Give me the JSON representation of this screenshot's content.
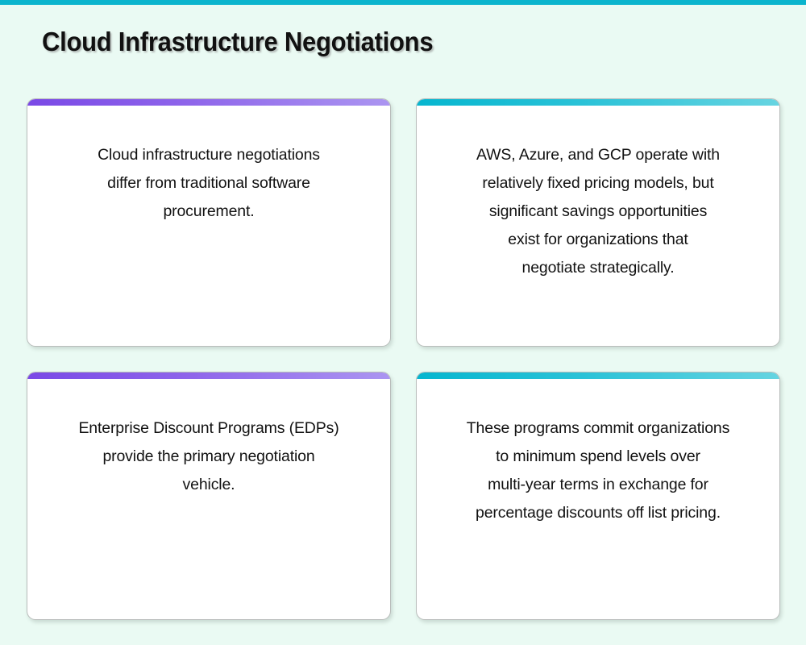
{
  "theme": {
    "background_color": "#eafaf3",
    "top_bar_color": "#0bb4cd",
    "accent_purple_from": "#7a49e6",
    "accent_purple_to": "#ab95f1",
    "accent_cyan_from": "#06b6cf",
    "accent_cyan_to": "#66d4e1",
    "card_background": "#ffffff",
    "text_color": "#121212"
  },
  "header": {
    "title": "Cloud Infrastructure Negotiations"
  },
  "cards": [
    {
      "accent": "purple",
      "text": "Cloud infrastructure negotiations\ndiffer from traditional software\nprocurement."
    },
    {
      "accent": "cyan",
      "text": "AWS, Azure, and GCP operate with\nrelatively fixed pricing models, but\nsignificant savings opportunities\nexist for organizations that\nnegotiate strategically."
    },
    {
      "accent": "purple",
      "text": "Enterprise Discount Programs (EDPs)\nprovide the primary negotiation\nvehicle."
    },
    {
      "accent": "cyan",
      "text": "These programs commit organizations\nto minimum spend levels over\nmulti-year terms in exchange for\npercentage discounts off list pricing."
    }
  ]
}
